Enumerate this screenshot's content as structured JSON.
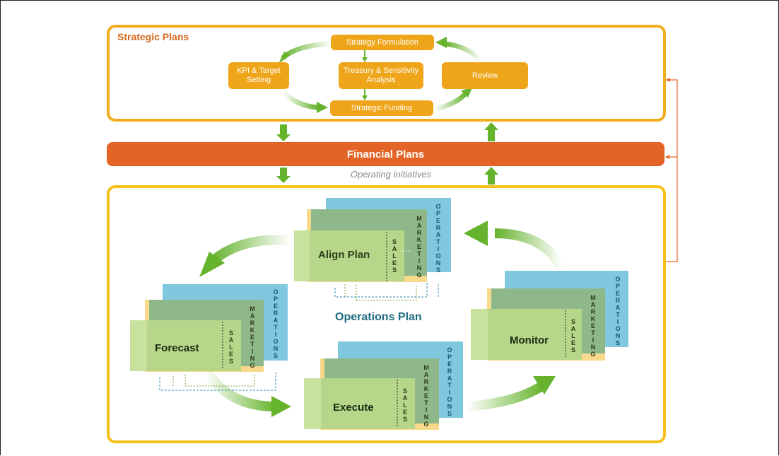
{
  "strategic": {
    "title": "Strategic Plans",
    "nodes": {
      "formulation": "Strategy Formulation",
      "kpi": "KPI & Target Setting",
      "treasury": "Treasury & Sensitivity Analysis",
      "review": "Review",
      "funding": "Strategic Funding"
    }
  },
  "financial": {
    "label": "Financial Plans",
    "subtitle": "Operating initiatives"
  },
  "operations": {
    "title": "Operations Plan",
    "cards": {
      "align": "Align Plan",
      "forecast": "Forecast",
      "execute": "Execute",
      "monitor": "Monitor"
    },
    "layers": {
      "operations": "OPERATIONS",
      "marketing": "MARKETING",
      "sales": "SALES"
    }
  },
  "colors": {
    "orange_accent": "#f2ad20",
    "financial_bar": "#e46427",
    "blue_layer": "#7fc8dd",
    "green_layer": "#b6d789",
    "arrow_green": "#66b32e",
    "title_teal": "#1d6b80"
  }
}
